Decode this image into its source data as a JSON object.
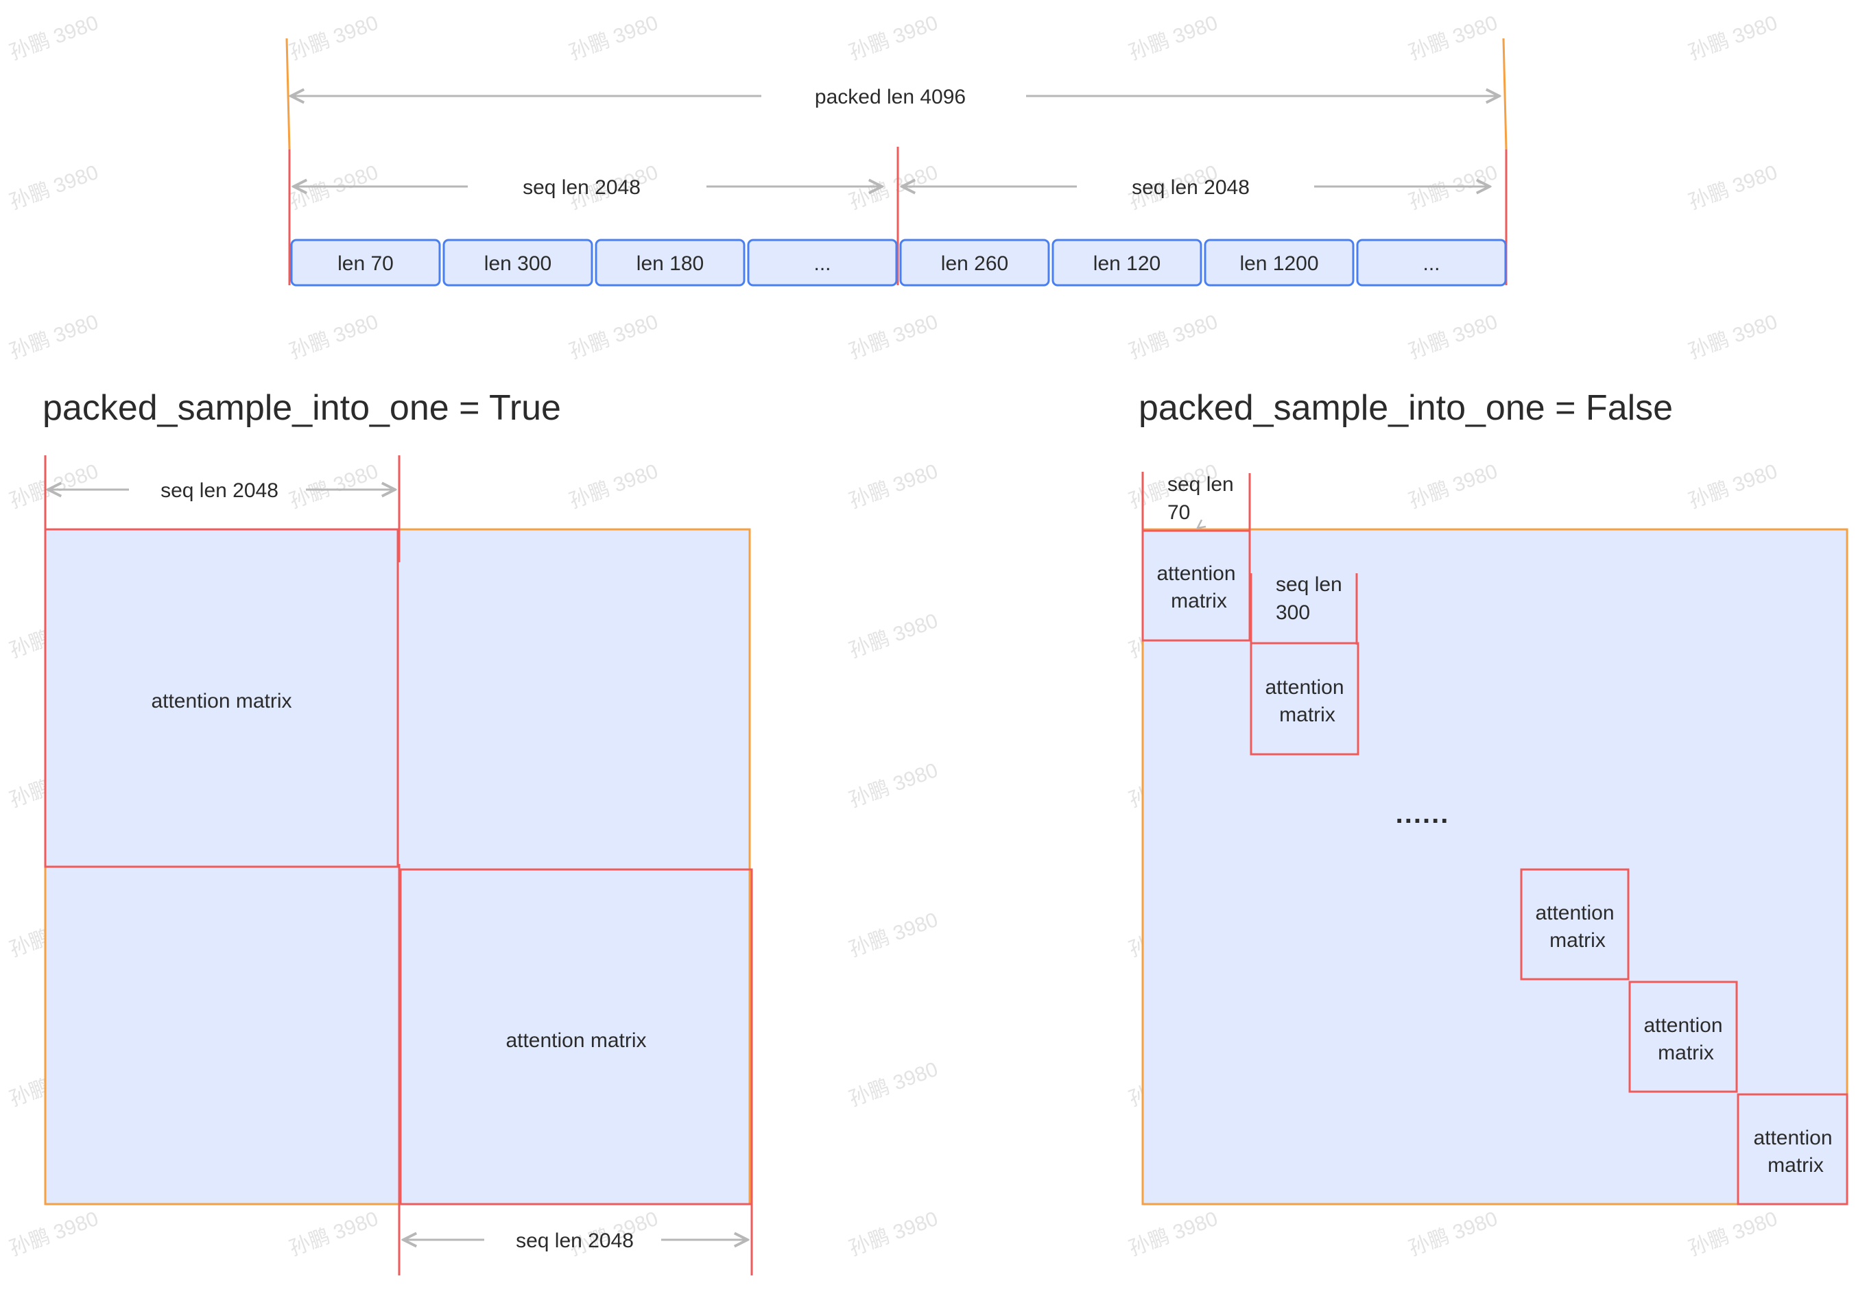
{
  "top": {
    "packed_label": "packed len 4096",
    "seq_labels": [
      "seq len 2048",
      "seq len 2048"
    ],
    "segments": [
      "len 70",
      "len 300",
      "len 180",
      "...",
      "len 260",
      "len 120",
      "len 1200",
      "..."
    ]
  },
  "left_panel": {
    "title": "packed_sample_into_one = True",
    "seq_label_top": "seq len 2048",
    "seq_label_bottom": "seq len 2048",
    "block_label": "attention matrix"
  },
  "right_panel": {
    "title": "packed_sample_into_one = False",
    "seq_labels": [
      [
        "seq len",
        "70"
      ],
      [
        "seq len",
        "300"
      ]
    ],
    "block_label_lines": [
      "attention",
      "matrix"
    ],
    "ellipsis": "......"
  },
  "watermark": "孙鹏 3980",
  "colors": {
    "orange": "#f5a043",
    "red": "#ef5b5b",
    "blue_fill": "#e0e9fd",
    "blue_stroke": "#4a7ff0",
    "arrow": "#b7b7b7",
    "text": "#2b2b2b"
  }
}
